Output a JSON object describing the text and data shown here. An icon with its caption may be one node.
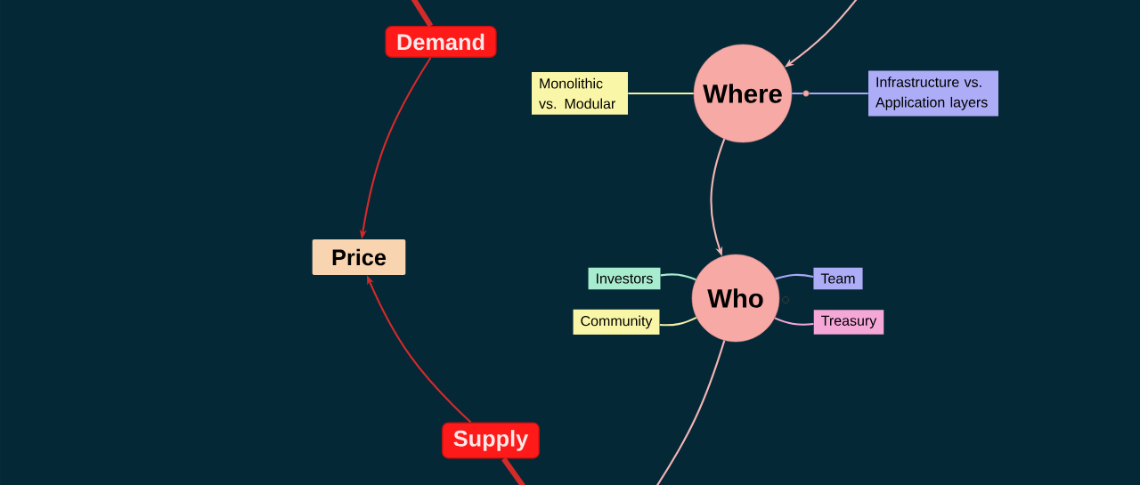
{
  "diagram": {
    "nodes": [
      {
        "text": [
          "Demand"
        ]
      },
      {
        "text": [
          "Price"
        ]
      },
      {
        "text": [
          "Supply"
        ]
      },
      {
        "text": [
          "Where"
        ]
      },
      {
        "text": [
          "Monolithic vs. Modular"
        ]
      },
      {
        "text": [
          "Infrastructure vs. Application layers"
        ]
      },
      {
        "text": [
          "Who"
        ]
      },
      {
        "text": [
          "Investors"
        ]
      },
      {
        "text": [
          "Community"
        ]
      },
      {
        "text": [
          "Team"
        ]
      },
      {
        "text": [
          "Treasury"
        ]
      }
    ],
    "edges": [
      {
        "from": null,
        "to": 0,
        "arrow": "none",
        "style": "thick",
        "color": "#d42a2a"
      },
      {
        "from": 0,
        "to": 1,
        "arrow": "to",
        "color": "#d42a2a"
      },
      {
        "from": 2,
        "to": 1,
        "arrow": "to",
        "color": "#d42a2a"
      },
      {
        "from": 2,
        "to": null,
        "arrow": "none",
        "style": "thick",
        "color": "#d42a2a"
      },
      {
        "from": null,
        "to": 3,
        "arrow": "to",
        "color": "#f2b4b4"
      },
      {
        "from": 3,
        "to": 4,
        "arrow": "none",
        "color": "#f5f0a8"
      },
      {
        "from": 3,
        "to": 5,
        "arrow": "none",
        "color": "#a9a9f5"
      },
      {
        "from": 3,
        "to": 6,
        "arrow": "to",
        "color": "#f2b4b4"
      },
      {
        "from": 6,
        "to": 7,
        "arrow": "none",
        "color": "#a8ecd0"
      },
      {
        "from": 6,
        "to": 8,
        "arrow": "none",
        "color": "#f5f0a8"
      },
      {
        "from": 6,
        "to": 9,
        "arrow": "none",
        "color": "#a9a9f5"
      },
      {
        "from": 6,
        "to": 10,
        "arrow": "none",
        "color": "#f5a8d8"
      },
      {
        "from": 6,
        "to": null,
        "arrow": "none",
        "color": "#f2b4b4"
      }
    ]
  }
}
